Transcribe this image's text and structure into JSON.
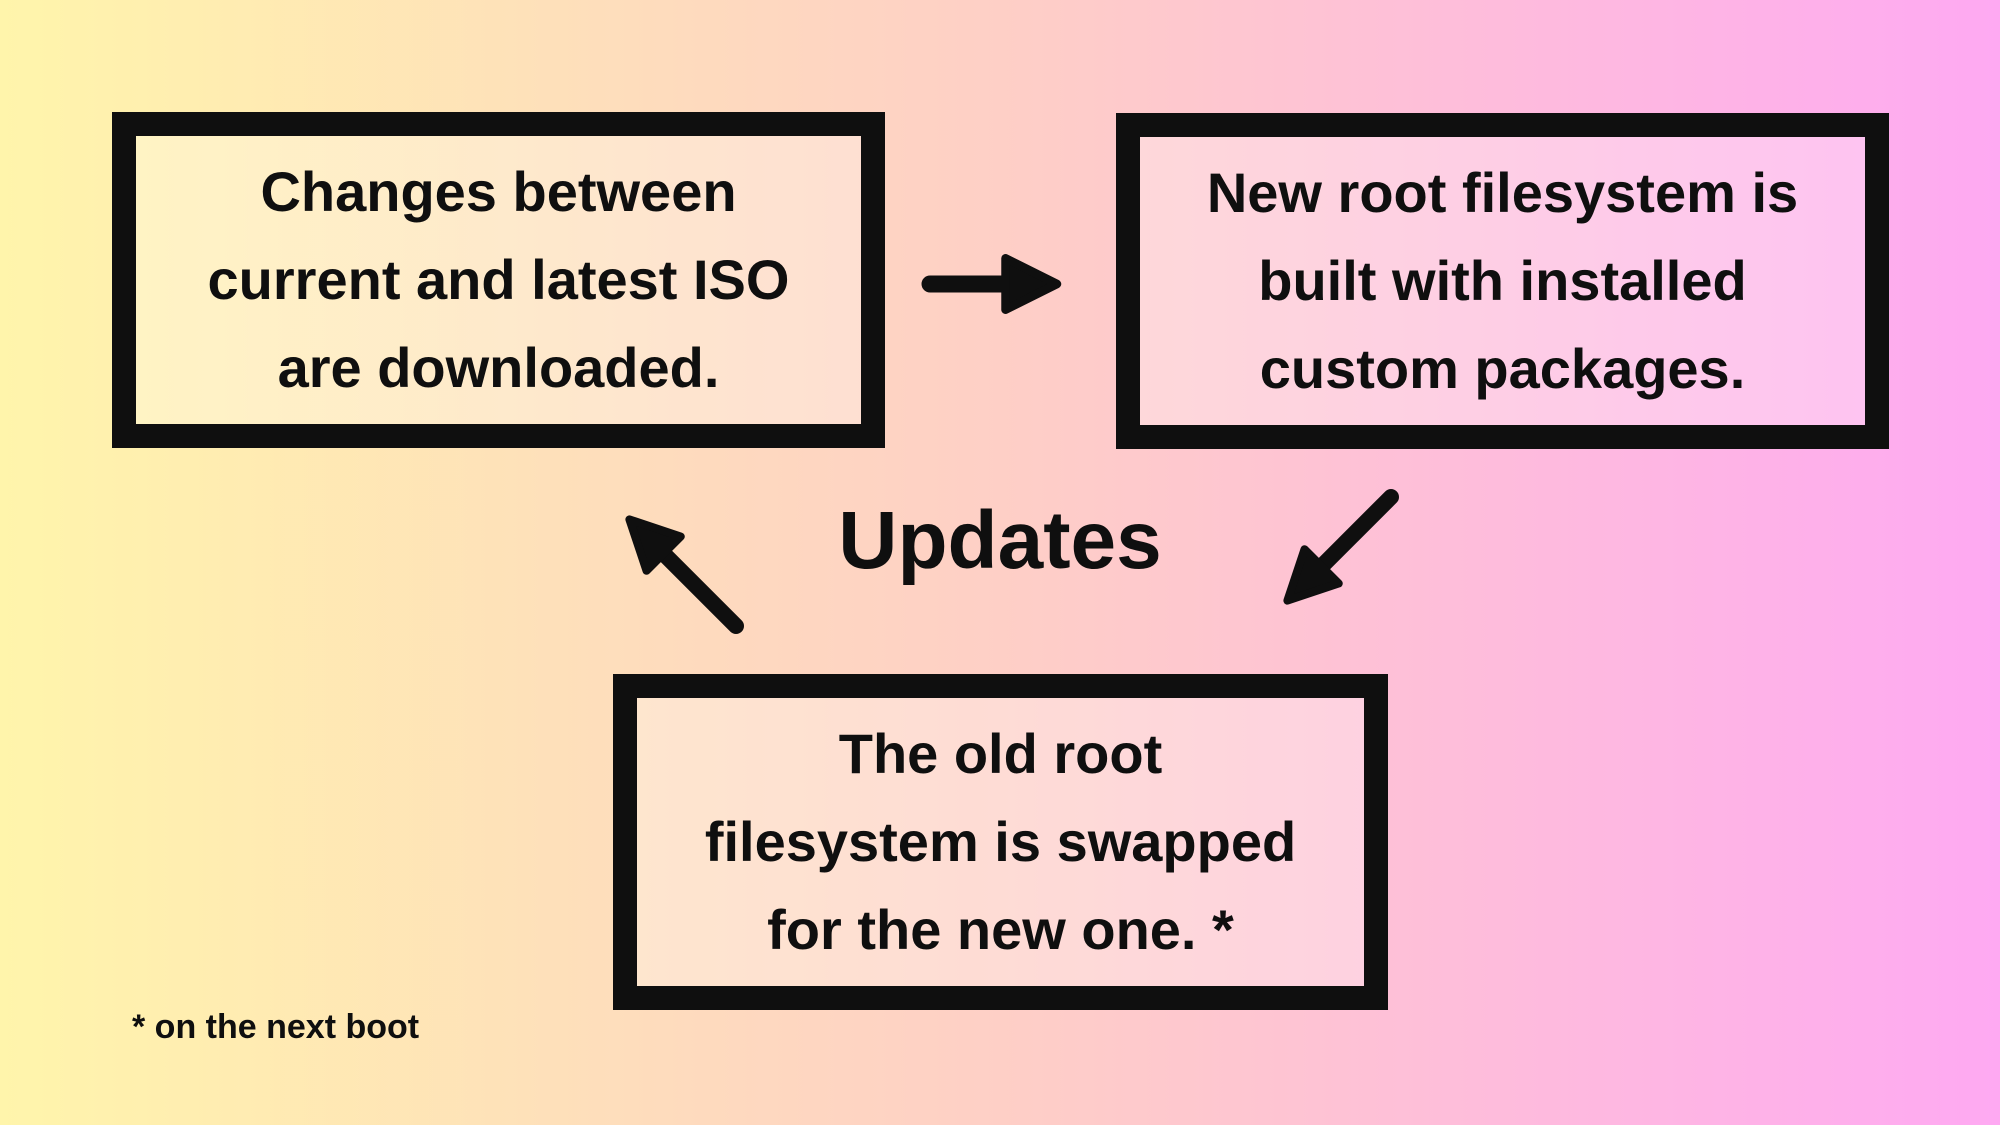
{
  "background": {
    "gradient_left": "#FFF5AB",
    "gradient_mid": "#FECFC6",
    "gradient_right": "#FEA9F2"
  },
  "ink_color": "#0F0F0F",
  "diagram": {
    "cycle_label": "Updates",
    "boxes": [
      {
        "name": "download-changes",
        "lines": [
          "Changes between",
          "current and latest ISO",
          "are downloaded."
        ]
      },
      {
        "name": "build-rootfs",
        "lines": [
          "New root filesystem is",
          "built with installed",
          "custom packages."
        ]
      },
      {
        "name": "swap-rootfs",
        "lines": [
          "The old root",
          "filesystem is swapped",
          "for the new one. *"
        ]
      }
    ],
    "arrows": [
      "arrow-right-icon",
      "arrow-up-left-icon",
      "arrow-down-left-icon"
    ]
  },
  "footnote": "* on the next boot"
}
